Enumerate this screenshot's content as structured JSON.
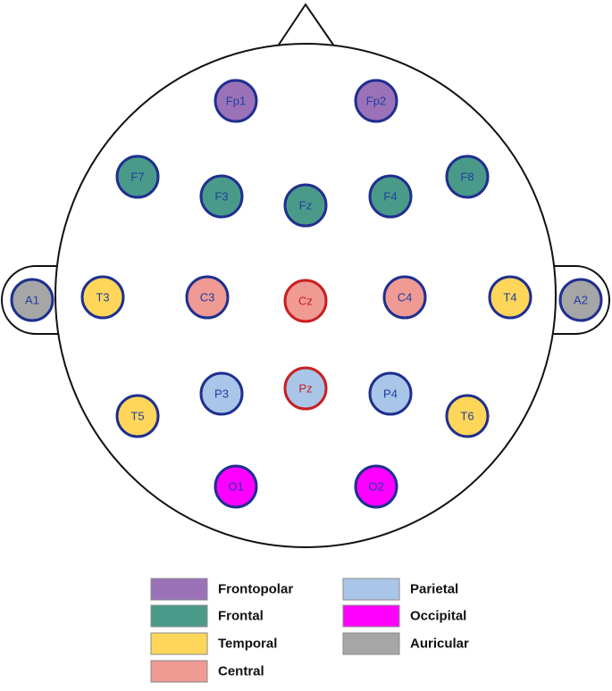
{
  "colors": {
    "frontopolar": "#9b72b8",
    "frontal": "#4a9a8a",
    "temporal": "#ffd65a",
    "central": "#f09a94",
    "parietal": "#a9c5e8",
    "occipital": "#ff00ff",
    "auricular": "#a6a6a6",
    "border_blue": "#1f2f8f",
    "border_red": "#c82020",
    "text_blue": "#1f3f9f",
    "text_red": "#c82020",
    "head_outline": "#111111"
  },
  "electrodes": [
    {
      "id": "fp1",
      "label": "Fp1",
      "region": "frontopolar",
      "border": "blue"
    },
    {
      "id": "fp2",
      "label": "Fp2",
      "region": "frontopolar",
      "border": "blue"
    },
    {
      "id": "f7",
      "label": "F7",
      "region": "frontal",
      "border": "blue"
    },
    {
      "id": "f3",
      "label": "F3",
      "region": "frontal",
      "border": "blue"
    },
    {
      "id": "fz",
      "label": "Fz",
      "region": "frontal",
      "border": "blue"
    },
    {
      "id": "f4",
      "label": "F4",
      "region": "frontal",
      "border": "blue"
    },
    {
      "id": "f8",
      "label": "F8",
      "region": "frontal",
      "border": "blue"
    },
    {
      "id": "a1",
      "label": "A1",
      "region": "auricular",
      "border": "blue"
    },
    {
      "id": "t3",
      "label": "T3",
      "region": "temporal",
      "border": "blue"
    },
    {
      "id": "c3",
      "label": "C3",
      "region": "central",
      "border": "blue"
    },
    {
      "id": "cz",
      "label": "Cz",
      "region": "central",
      "border": "red"
    },
    {
      "id": "c4",
      "label": "C4",
      "region": "central",
      "border": "blue"
    },
    {
      "id": "t4",
      "label": "T4",
      "region": "temporal",
      "border": "blue"
    },
    {
      "id": "a2",
      "label": "A2",
      "region": "auricular",
      "border": "blue"
    },
    {
      "id": "t5",
      "label": "T5",
      "region": "temporal",
      "border": "blue"
    },
    {
      "id": "p3",
      "label": "P3",
      "region": "parietal",
      "border": "blue"
    },
    {
      "id": "pz",
      "label": "Pz",
      "region": "parietal",
      "border": "red"
    },
    {
      "id": "p4",
      "label": "P4",
      "region": "parietal",
      "border": "blue"
    },
    {
      "id": "t6",
      "label": "T6",
      "region": "temporal",
      "border": "blue"
    },
    {
      "id": "o1",
      "label": "O1",
      "region": "occipital",
      "border": "blue"
    },
    {
      "id": "o2",
      "label": "O2",
      "region": "occipital",
      "border": "blue"
    }
  ],
  "legend": {
    "frontopolar": "Frontopolar",
    "frontal": "Frontal",
    "temporal": "Temporal",
    "central": "Central",
    "parietal": "Parietal",
    "occipital": "Occipital",
    "auricular": "Auricular"
  }
}
